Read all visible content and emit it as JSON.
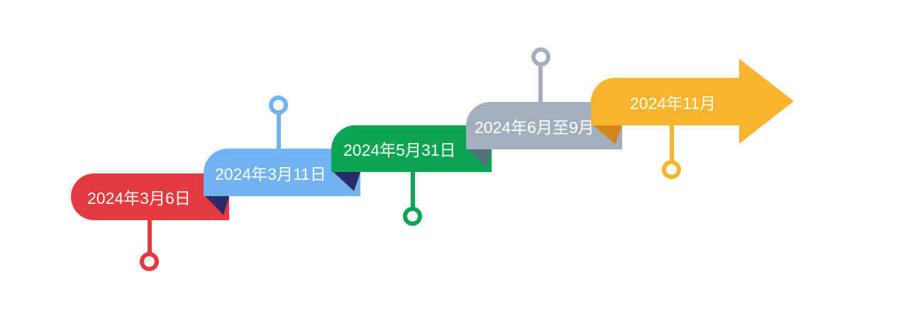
{
  "canvas": {
    "background": "#FFFFFF",
    "label_text_color": "#FFFFFF"
  },
  "timeline": {
    "items": [
      {
        "label": "2024年3月6日",
        "color": "#E6393F",
        "connector_position": "below"
      },
      {
        "label": "2024年3月11日",
        "color": "#6FB3F0",
        "fold_color": "#292C68",
        "connector_position": "above"
      },
      {
        "label": "2024年5月31日",
        "color": "#09A552",
        "fold_color": "#292C68",
        "connector_position": "below"
      },
      {
        "label": "2024年6月至9月",
        "color": "#A2B0BE",
        "fold_color": "#546E7A",
        "connector_position": "above"
      },
      {
        "label": "2024年11月",
        "color": "#F8B42C",
        "fold_color": "#D1861C",
        "connector_position": "below"
      }
    ]
  }
}
